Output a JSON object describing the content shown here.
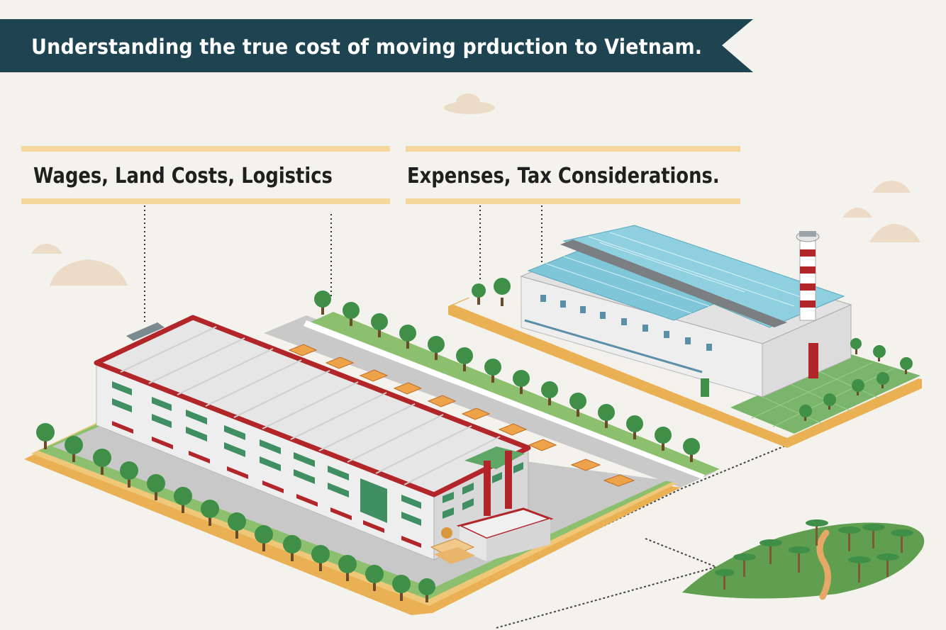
{
  "banner": {
    "title": "Understanding the true cost of moving prduction to Vietnam."
  },
  "cost_factors": {
    "left_text": "Wages,  Land  Costs,  Logistics",
    "right_text": "Expenses, Tax Considerations."
  },
  "colors": {
    "banner_bg": "#1f4451",
    "divider": "#f6d79b",
    "roof_red": "#b2262a",
    "solar_blue": "#7fc6d9",
    "grass": "#7ab56b",
    "tree": "#3f8f48",
    "sand": "#eab054"
  },
  "icons": [
    "cloud-icon",
    "tree-icon",
    "palm-tree-icon",
    "truck-icon",
    "chimney-icon"
  ]
}
